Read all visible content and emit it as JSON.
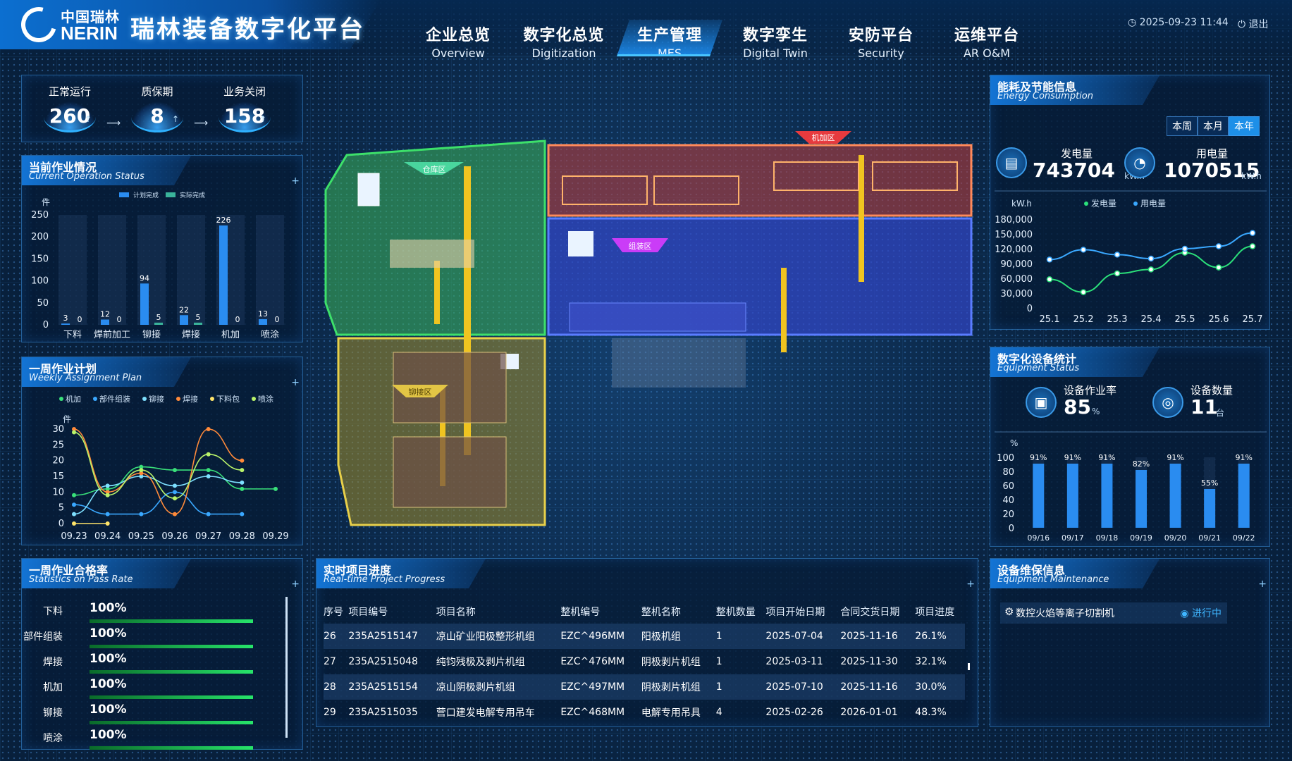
{
  "header": {
    "logo_cn": "中国瑞林",
    "logo_en": "NERIN",
    "title": "瑞林装备数字化平台",
    "datetime": "2025-09-23 11:44",
    "logout": "退出",
    "nav": [
      {
        "cn": "企业总览",
        "en": "Overview"
      },
      {
        "cn": "数字化总览",
        "en": "Digitization"
      },
      {
        "cn": "生产管理",
        "en": "MES"
      },
      {
        "cn": "数字孪生",
        "en": "Digital Twin"
      },
      {
        "cn": "安防平台",
        "en": "Security"
      },
      {
        "cn": "运维平台",
        "en": "AR O&M"
      }
    ]
  },
  "status": {
    "items": [
      {
        "label": "正常运行",
        "value": "260"
      },
      {
        "label": "质保期",
        "value": "8"
      },
      {
        "label": "业务关闭",
        "value": "158"
      }
    ]
  },
  "operation": {
    "title_cn": "当前作业情况",
    "title_en": "Current Operation Status",
    "unit": "件",
    "legend": [
      "计划完成",
      "实际完成"
    ]
  },
  "weekly": {
    "title_cn": "一周作业计划",
    "title_en": "Weekly Assignment Plan",
    "unit": "件"
  },
  "pass_rate": {
    "title_cn": "一周作业合格率",
    "title_en": "Statistics on Pass Rate",
    "rows": [
      {
        "name": "下料",
        "pct": "100%",
        "value": 100
      },
      {
        "name": "部件组装",
        "pct": "100%",
        "value": 100
      },
      {
        "name": "焊接",
        "pct": "100%",
        "value": 100
      },
      {
        "name": "机加",
        "pct": "100%",
        "value": 100
      },
      {
        "name": "铆接",
        "pct": "100%",
        "value": 100
      },
      {
        "name": "喷涂",
        "pct": "100%",
        "value": 100
      }
    ]
  },
  "map": {
    "zones": [
      "仓库区",
      "机加区",
      "组装区",
      "铆接区"
    ]
  },
  "projects": {
    "title_cn": "实时项目进度",
    "title_en": "Real-time Project Progress",
    "columns": [
      "序号",
      "项目编号",
      "项目名称",
      "整机编号",
      "整机名称",
      "整机数量",
      "项目开始日期",
      "合同交货日期",
      "项目进度"
    ],
    "rows": [
      [
        "26",
        "235A2515147",
        "凉山矿业阳极整形机组",
        "EZC^496MM",
        "阳极机组",
        "1",
        "2025-07-04",
        "2025-11-16",
        "26.1%"
      ],
      [
        "27",
        "235A2515048",
        "纯钧残极及剥片机组",
        "EZC^476MM",
        "阴极剥片机组",
        "1",
        "2025-03-11",
        "2025-11-30",
        "32.1%"
      ],
      [
        "28",
        "235A2515154",
        "凉山阴极剥片机组",
        "EZC^497MM",
        "阴极剥片机组",
        "1",
        "2025-07-10",
        "2025-11-16",
        "30.0%"
      ],
      [
        "29",
        "235A2515035",
        "营口建发电解专用吊车",
        "EZC^468MM",
        "电解专用吊具",
        "4",
        "2025-02-26",
        "2026-01-01",
        "48.3%"
      ]
    ]
  },
  "energy": {
    "title_cn": "能耗及节能信息",
    "title_en": "Energy Consumption",
    "tabs": [
      "本周",
      "本月",
      "本年"
    ],
    "gen_label": "发电量",
    "gen_value": "743704",
    "use_label": "用电量",
    "use_value": "1070515",
    "unit": "kW.h"
  },
  "equipment": {
    "title_cn": "数字化设备统计",
    "title_en": "Equipment Status",
    "rate_label": "设备作业率",
    "rate_value": "85",
    "rate_unit": "%",
    "count_label": "设备数量",
    "count_value": "11",
    "count_unit": "台"
  },
  "maintenance": {
    "title_cn": "设备维保信息",
    "title_en": "Equipment Maintenance",
    "item": "数控火焰等离子切割机",
    "status": "进行中"
  },
  "chart_data": [
    {
      "type": "bar",
      "categories": [
        "下料",
        "焊前加工",
        "铆接",
        "焊接",
        "机加",
        "喷涂"
      ],
      "series": [
        {
          "name": "计划完成",
          "values": [
            3,
            12,
            94,
            22,
            226,
            13
          ]
        },
        {
          "name": "实际完成",
          "values": [
            0,
            0,
            5,
            5,
            0,
            0
          ]
        }
      ],
      "ylabel": "件",
      "ylim": [
        0,
        250
      ],
      "yticks": [
        0,
        50,
        100,
        150,
        200,
        250
      ],
      "legend": "top"
    },
    {
      "type": "line",
      "categories": [
        "09.23",
        "09.24",
        "09.25",
        "09.26",
        "09.27",
        "09.28",
        "09.29"
      ],
      "series": [
        {
          "name": "机加",
          "color": "#39e07a",
          "values": [
            9,
            11,
            18,
            17,
            17,
            11,
            11
          ]
        },
        {
          "name": "部件组装",
          "color": "#3aa8ff",
          "values": [
            6,
            3,
            3,
            10,
            3,
            3,
            null
          ]
        },
        {
          "name": "铆接",
          "color": "#7ee0ff",
          "values": [
            3,
            12,
            15,
            12,
            15,
            13,
            null
          ]
        },
        {
          "name": "焊接",
          "color": "#ff8a3a",
          "values": [
            30,
            10,
            16,
            3,
            30,
            20,
            null
          ]
        },
        {
          "name": "下料包",
          "color": "#ffe46a",
          "values": [
            0,
            0,
            null,
            null,
            null,
            null,
            null
          ]
        },
        {
          "name": "喷涂",
          "color": "#b9f36a",
          "values": [
            29,
            9,
            17,
            8,
            22,
            17,
            null
          ]
        }
      ],
      "ylabel": "件",
      "ylim": [
        0,
        30
      ],
      "yticks": [
        0,
        5,
        10,
        15,
        20,
        25,
        30
      ],
      "legend": "top"
    },
    {
      "type": "line",
      "categories": [
        "25.1",
        "25.2",
        "25.3",
        "25.4",
        "25.5",
        "25.6",
        "25.7"
      ],
      "series": [
        {
          "name": "发电量",
          "color": "#2be07a",
          "values": [
            58000,
            32000,
            70000,
            78000,
            112000,
            82000,
            125000
          ]
        },
        {
          "name": "用电量",
          "color": "#3aa8ff",
          "values": [
            98000,
            118000,
            108000,
            100000,
            120000,
            125000,
            152000
          ]
        }
      ],
      "ylabel": "kW.h",
      "ylim": [
        0,
        180000
      ],
      "yticks": [
        0,
        30000,
        60000,
        90000,
        120000,
        150000,
        180000
      ],
      "ytick_labels": [
        "0",
        "30,000",
        "60,000",
        "90,000",
        "120,000",
        "150,000",
        "180,000"
      ],
      "legend": "top"
    },
    {
      "type": "bar",
      "categories": [
        "09/16",
        "09/17",
        "09/18",
        "09/19",
        "09/20",
        "09/21",
        "09/22"
      ],
      "values": [
        91,
        91,
        91,
        82,
        91,
        55,
        91
      ],
      "labels": [
        "91%",
        "91%",
        "91%",
        "82%",
        "91%",
        "55%",
        "91%"
      ],
      "ylabel": "%",
      "ylim": [
        0,
        100
      ],
      "yticks": [
        0,
        20,
        40,
        60,
        80,
        100
      ]
    }
  ]
}
